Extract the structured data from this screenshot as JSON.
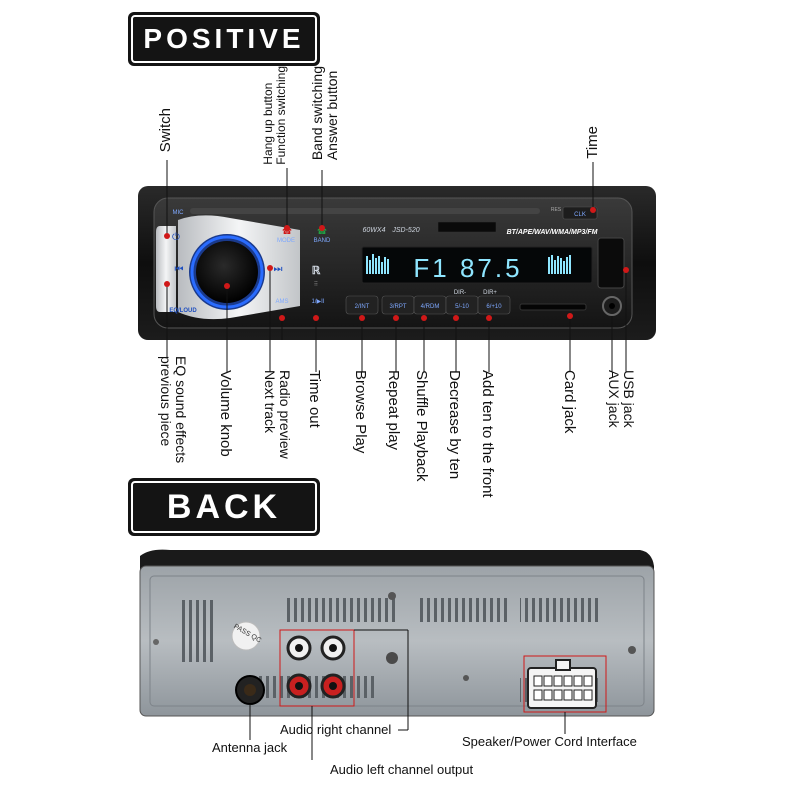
{
  "sections": {
    "front_title": "POSITIVE",
    "back_title": "BACK"
  },
  "device_front": {
    "mic": "MIC",
    "res": "RES",
    "clk": "CLK",
    "mode": "MODE",
    "band": "BAND",
    "power_text": "60WX4",
    "model": "JSD-520",
    "formats": "BT/APE/WAV/WMA/MP3/FM",
    "display": "F1 87.5",
    "ams": "AMS",
    "play_pause": "1/▶II",
    "eq_loud": "EQ/LOUD",
    "presets": [
      "2/INT",
      "3/RPT",
      "4/RDM",
      "5/-10",
      "6/+10"
    ],
    "dir_minus": "DIR-",
    "dir_plus": "DIR+"
  },
  "front_top_labels": {
    "switch": "Switch",
    "hang_up_1": "Hang up button",
    "hang_up_2": "Function switching",
    "band_1": "Band switching",
    "band_2": "Answer button",
    "time": "Time"
  },
  "front_bottom_labels": {
    "eq_1": "EQ sound effects",
    "eq_2": "previous piece",
    "volume": "Volume knob",
    "radio_1": "Radio preview",
    "radio_2": "Next track",
    "time_out": "Time out",
    "browse": "Browse Play",
    "repeat": "Repeat play",
    "shuffle": "Shuffle Playback",
    "decrease": "Decrease by ten",
    "add_ten": "Add ten to the front",
    "card": "Card jack",
    "usb": "USB jack",
    "aux": "AUX jack"
  },
  "back_labels": {
    "pass_qc": "PASS QC",
    "audio_right": "Audio right channel",
    "antenna": "Antenna jack",
    "audio_left": "Audio left channel output",
    "speaker": "Speaker/Power Cord Interface"
  },
  "colors": {
    "accent_red": "#d01818",
    "display_cyan": "#8fe6ff",
    "knob_ring_blue": "#2a6cff",
    "button_blue": "#1f4fbf"
  }
}
